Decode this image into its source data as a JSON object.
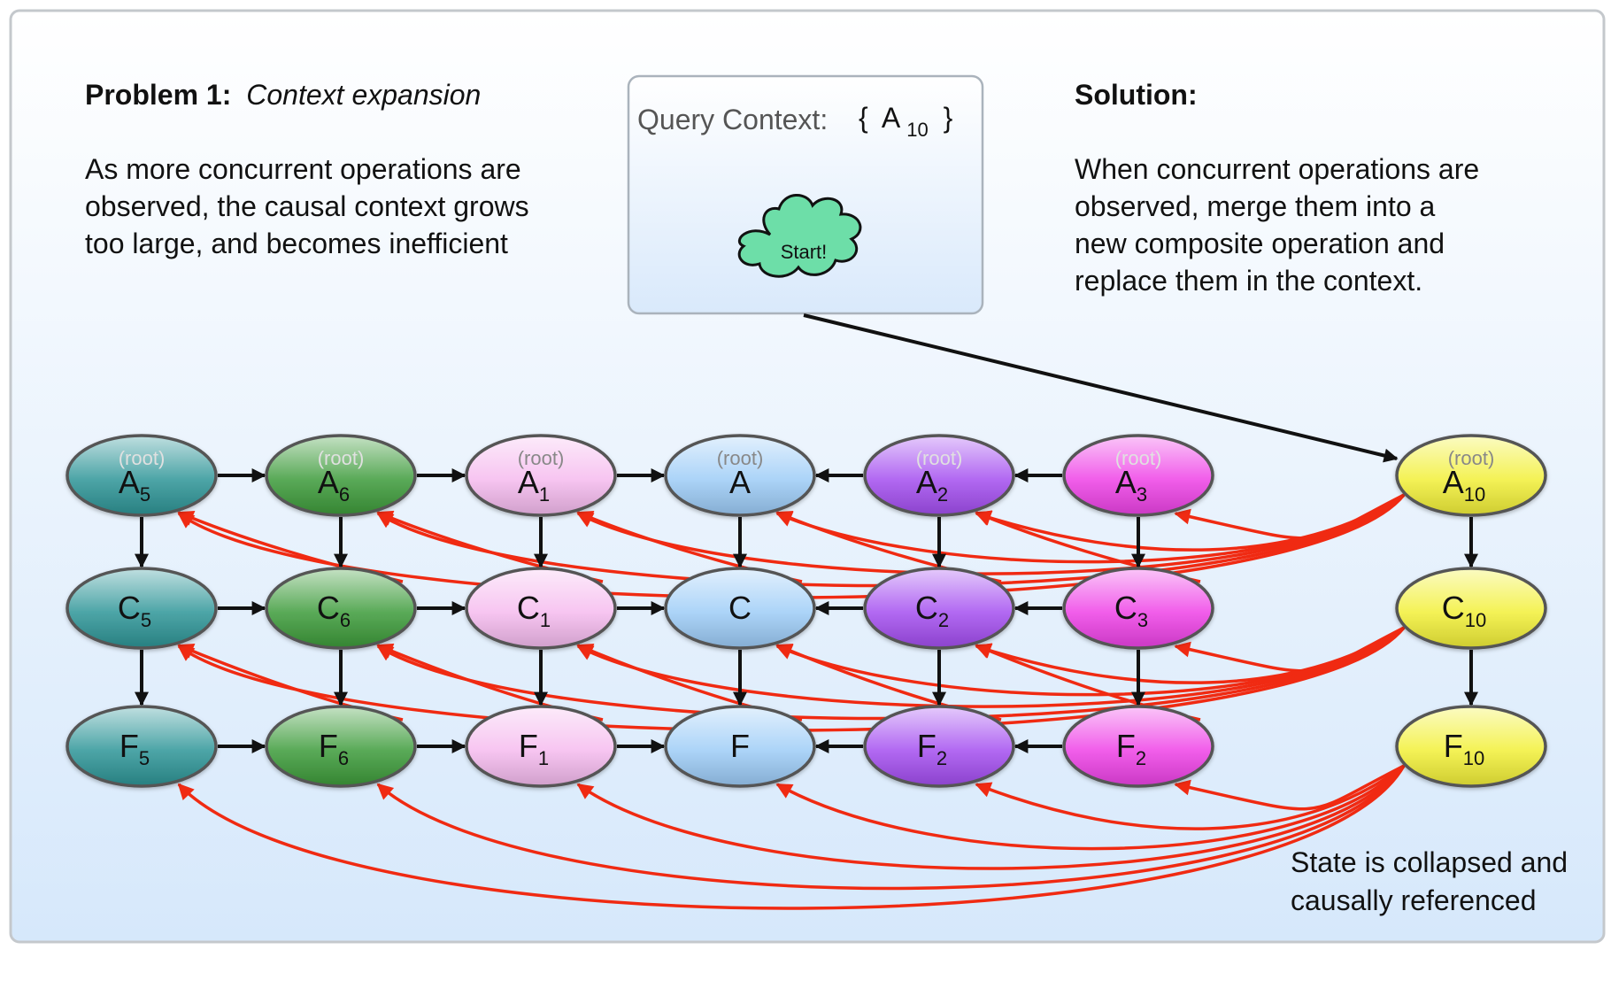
{
  "problem": {
    "label": "Problem 1:",
    "subtitle": "Context expansion",
    "lines": [
      "As more concurrent operations are",
      "observed, the causal context grows",
      "too large, and becomes inefficient"
    ]
  },
  "query": {
    "label": "Query Context:",
    "open_brace": "{",
    "item_letter": "A",
    "item_sub": "10",
    "close_brace": "}",
    "start": "Start!"
  },
  "solution": {
    "label": "Solution:",
    "lines": [
      "When concurrent operations are",
      "observed, merge them into a",
      "new composite operation and",
      "replace them in the context."
    ]
  },
  "footer": {
    "lines": [
      "State is collapsed and",
      "causally referenced"
    ]
  },
  "root_label": "(root)",
  "colors": {
    "teal": "#2e9597",
    "green": "#3d9b3a",
    "pink": "#f5bbef",
    "blue": "#9dccf7",
    "purple": "#a44ef0",
    "magenta": "#ee42e6",
    "yellow": "#f2f038",
    "red_arrow": "#f02a12",
    "black_arrow": "#111111"
  },
  "columns": [
    {
      "id": "c0",
      "color": "teal",
      "sub": "5"
    },
    {
      "id": "c1",
      "color": "green",
      "sub": "6"
    },
    {
      "id": "c2",
      "color": "pink",
      "sub": "1"
    },
    {
      "id": "c3",
      "color": "blue",
      "sub": ""
    },
    {
      "id": "c4",
      "color": "purple",
      "sub": "2"
    },
    {
      "id": "c5",
      "color": "magenta",
      "sub": "3",
      "f_sub": "2"
    },
    {
      "id": "c6",
      "color": "yellow",
      "sub": "10"
    }
  ],
  "rows": [
    "A",
    "C",
    "F"
  ]
}
